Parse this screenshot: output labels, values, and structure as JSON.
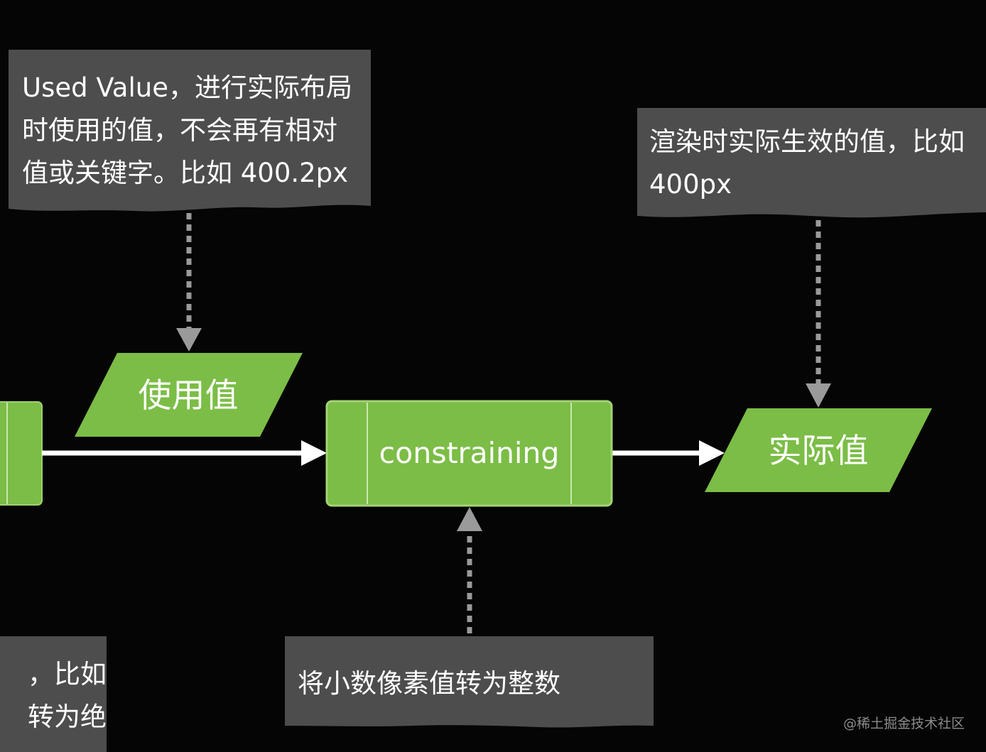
{
  "notes": {
    "used_value": {
      "text": "Used Value，进行实际布局\n时使用的值，不会再有相对\n值或关键字。比如 400.2px"
    },
    "actual_value": {
      "text": "渲染时实际生效的值，比如\n400px"
    },
    "constraining": {
      "text": "将小数像素值转为整数"
    },
    "left_partial": {
      "text": "，比如\n转为绝"
    }
  },
  "nodes": {
    "used_value": {
      "label": "使用值"
    },
    "constraining": {
      "label": "constraining"
    },
    "actual_value": {
      "label": "实际值"
    }
  },
  "watermark": "@稀土掘金技术社区",
  "colors": {
    "background": "#050505",
    "note_fill": "#4d4d4d",
    "node_fill": "#7bbd46",
    "node_stroke": "#9fd16e",
    "arrow": "#ffffff",
    "dotted": "#9a9a9a"
  }
}
